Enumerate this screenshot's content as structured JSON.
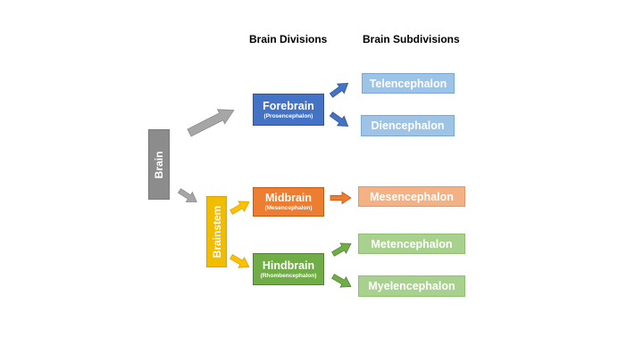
{
  "headers": {
    "divisions": "Brain Divisions",
    "subdivisions": "Brain Subdivisions"
  },
  "root": {
    "label": "Brain",
    "color": "#8c8c8c"
  },
  "brainstem": {
    "label": "Brainstem",
    "color": "#f2bc00"
  },
  "divisions": {
    "forebrain": {
      "label": "Forebrain",
      "sub": "(Prosencephalon)",
      "color": "#4472c4"
    },
    "midbrain": {
      "label": "Midbrain",
      "sub": "(Mesencephalon)",
      "color": "#ed7d31"
    },
    "hindbrain": {
      "label": "Hindbrain",
      "sub": "(Rhombencephalon)",
      "color": "#70ad47"
    }
  },
  "subdivisions": {
    "telencephalon": {
      "label": "Telencephalon",
      "color": "#9dc3e6"
    },
    "diencephalon": {
      "label": "Diencephalon",
      "color": "#9dc3e6"
    },
    "mesencephalon": {
      "label": "Mesencephalon",
      "color": "#f4b183"
    },
    "metencephalon": {
      "label": "Metencephalon",
      "color": "#a9d18e"
    },
    "myelencephalon": {
      "label": "Myelencephalon",
      "color": "#a9d18e"
    }
  }
}
